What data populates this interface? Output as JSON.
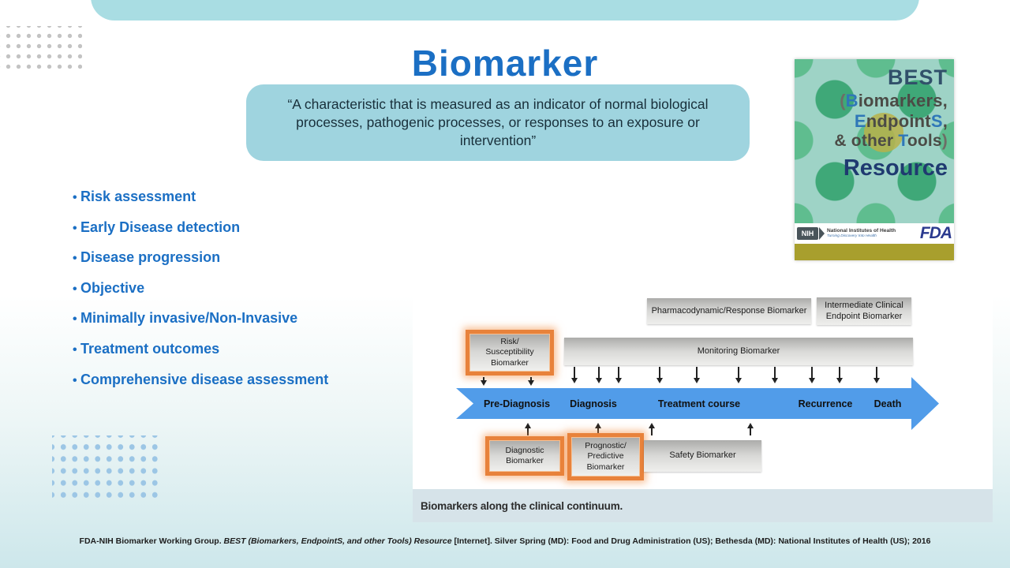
{
  "slide": {
    "title": "Biomarker",
    "definition": "“A characteristic that is measured as an indicator of normal biological processes, pathogenic processes, or responses to an exposure or intervention”",
    "bullets": [
      "Risk assessment",
      "Early Disease detection",
      "Disease progression",
      "Objective",
      "Minimally invasive/Non-Invasive",
      "Treatment outcomes",
      "Comprehensive disease assessment"
    ]
  },
  "logo": {
    "best": "BEST",
    "line2": {
      "open": "(",
      "b": "B",
      "rest": "iomarkers,"
    },
    "line3": {
      "e": "E",
      "mid": "ndpoint",
      "s": "S",
      "comma": ","
    },
    "line4": {
      "pre": "& other ",
      "t": "T",
      "rest": "ools",
      "close": ")"
    },
    "resource": "Resource",
    "nih_acronym": "NIH",
    "nih_name": "National Institutes of Health",
    "nih_tagline": "Turning Discovery Into Health",
    "fda": "FDA"
  },
  "diagram": {
    "boxes": {
      "pharmacodynamic": "Pharmacodynamic/Response Biomarker",
      "intermediate": "Intermediate Clinical\nEndpoint Biomarker",
      "risk": "Risk/\nSusceptibility\nBiomarker",
      "monitoring": "Monitoring Biomarker",
      "diagnostic": "Diagnostic\nBiomarker",
      "prognostic": "Prognostic/\nPredictive\nBiomarker",
      "safety": "Safety Biomarker"
    },
    "timeline": [
      "Pre-Diagnosis",
      "Diagnosis",
      "Treatment course",
      "Recurrence",
      "Death"
    ],
    "caption": "Biomarkers along the clinical continuum."
  },
  "citation": {
    "prefix": "FDA-NIH Biomarker Working Group. ",
    "italic": "BEST (Biomarkers, EndpointS, and other Tools) Resource",
    "suffix": " [Internet]. Silver Spring (MD): Food and Drug Administration (US); Bethesda (MD): National Institutes of Health (US); 2016"
  },
  "colors": {
    "accent_blue": "#1b6fc4",
    "quote_bg": "#9fd4df",
    "header_bar": "#a9dde3",
    "timeline_blue": "#519ce9",
    "highlight_orange": "#e8823b",
    "caption_bg": "#d6e3e9",
    "logo_teal": "#9ed3c6",
    "logo_olive": "#a89f2d"
  }
}
